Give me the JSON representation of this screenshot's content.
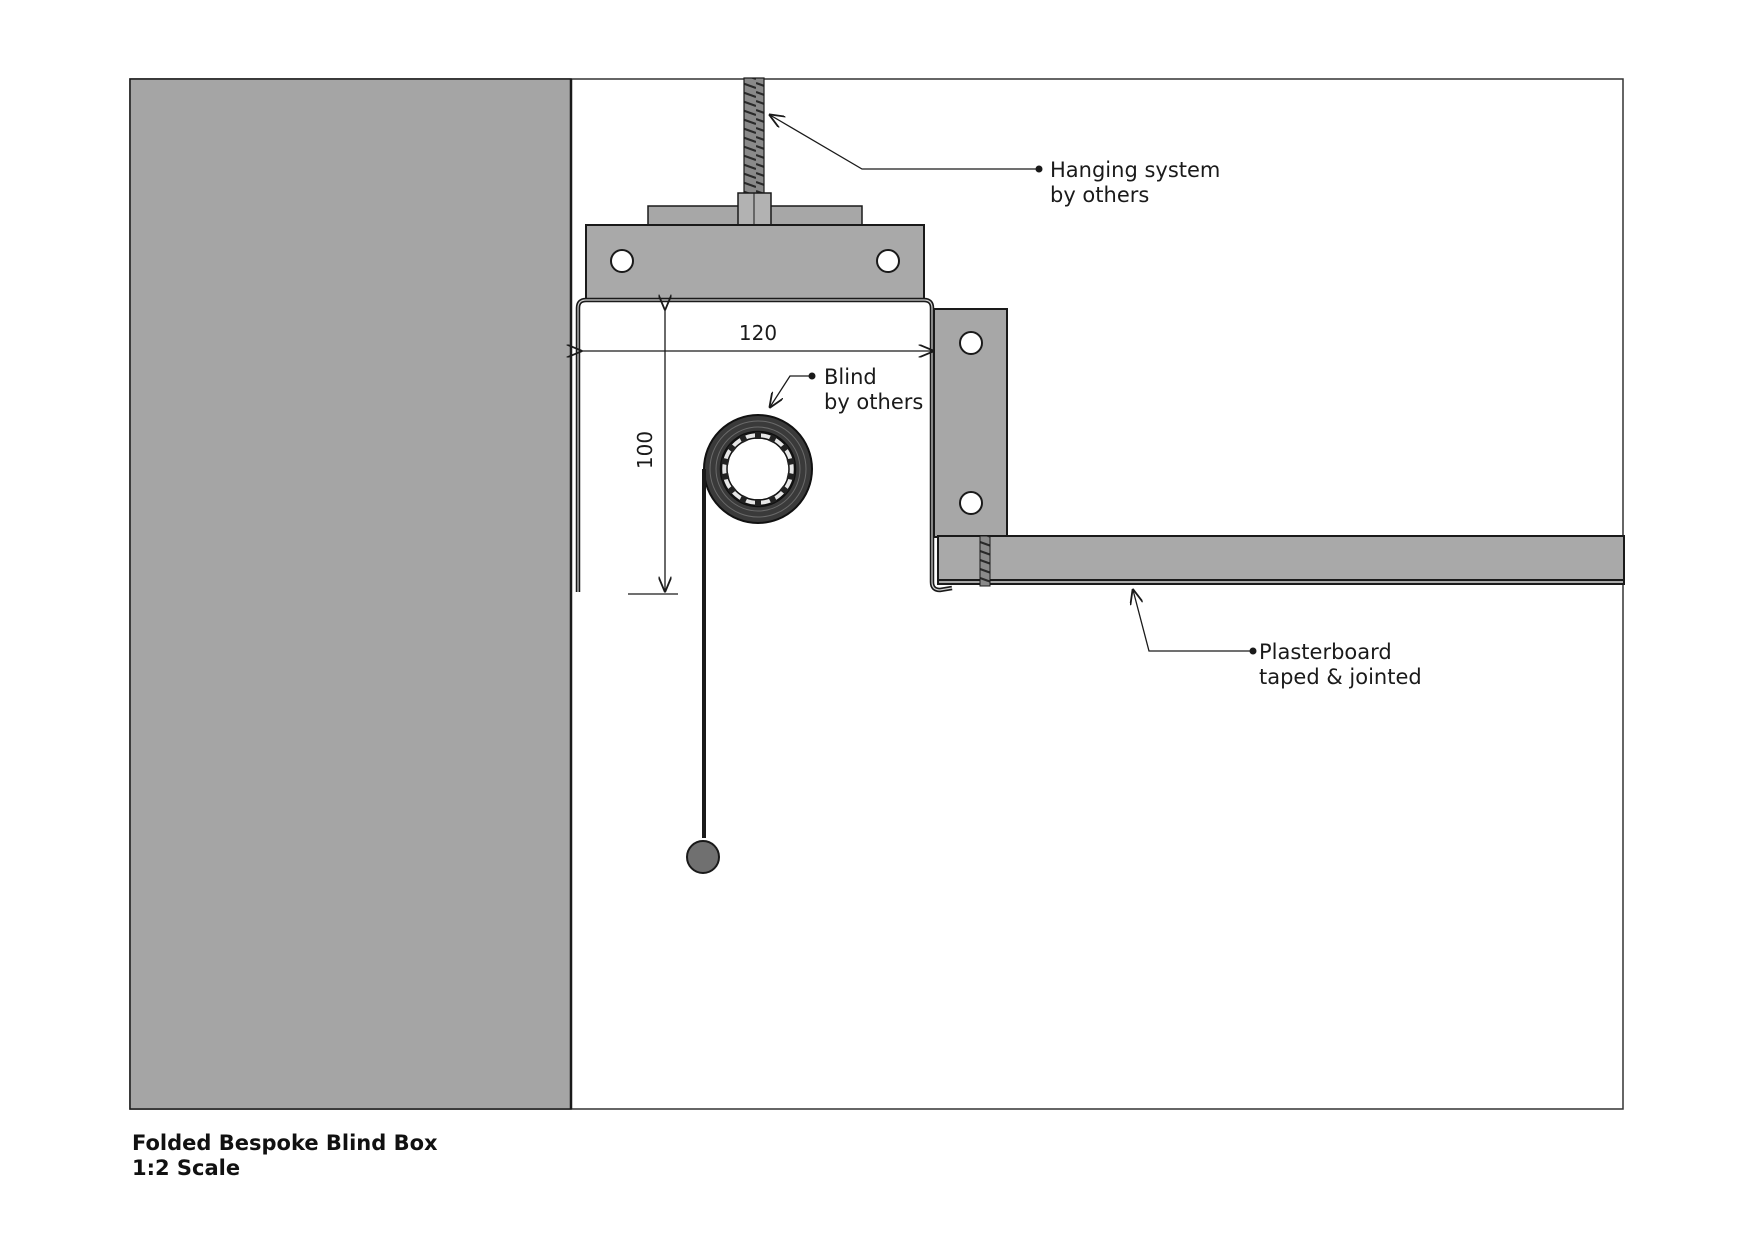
{
  "title": "Folded Bespoke Blind Box",
  "scale": "1:2 Scale",
  "dimensions": {
    "width": "120",
    "height": "100"
  },
  "annotations": {
    "hanging": {
      "line1": "Hanging system",
      "line2": "by others"
    },
    "blind": {
      "line1": "Blind",
      "line2": "by others"
    },
    "plasterboard": {
      "line1": "Plasterboard",
      "line2": "taped & jointed"
    }
  },
  "colors": {
    "wall": "#a5a5a5",
    "metal": "#a7a7a7",
    "line": "#1a1a1a",
    "roll": "#3a3a3a"
  }
}
